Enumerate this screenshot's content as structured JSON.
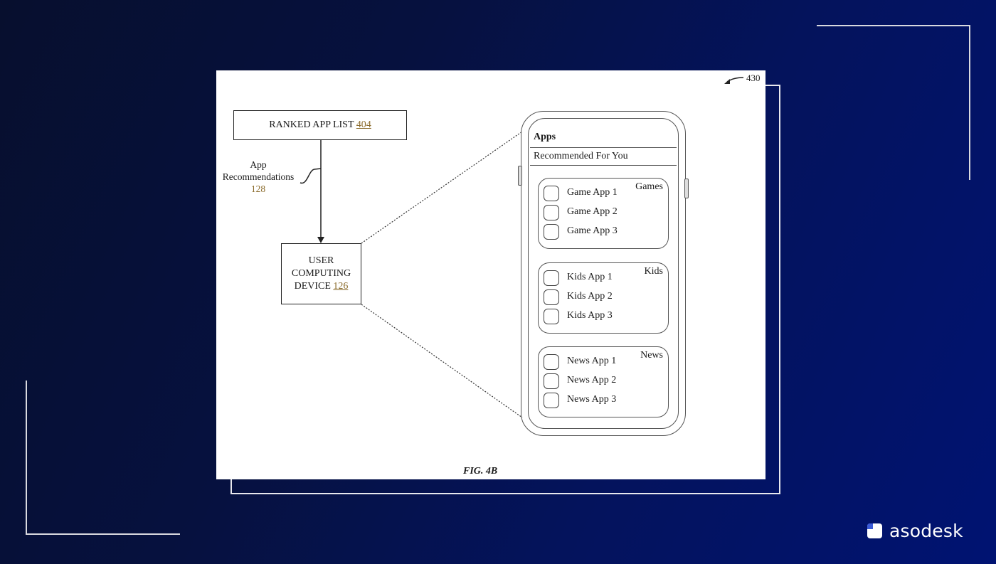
{
  "figure": {
    "reference_number": "430",
    "caption": "FIG. 4B",
    "ranked_list_box": {
      "label": "RANKED APP LIST",
      "ref": "404"
    },
    "connector_label": {
      "line1": "App",
      "line2": "Recommendations",
      "ref": "128"
    },
    "device_box": {
      "line1": "USER",
      "line2": "COMPUTING",
      "line3": "DEVICE",
      "ref": "126"
    },
    "phone_screen": {
      "title": "Apps",
      "subtitle": "Recommended For You",
      "groups": [
        {
          "title": "Games",
          "apps": [
            "Game App 1",
            "Game App 2",
            "Game App 3"
          ]
        },
        {
          "title": "Kids",
          "apps": [
            "Kids App 1",
            "Kids App 2",
            "Kids App 3"
          ]
        },
        {
          "title": "News",
          "apps": [
            "News App 1",
            "News App 2",
            "News App 3"
          ]
        }
      ]
    }
  },
  "brand": {
    "name": "asodesk"
  },
  "colors": {
    "background_dark": "#070f2e",
    "background_blue": "#001372",
    "ref_number": "#8a6a2a",
    "frame_lines": "#d9d9df"
  }
}
